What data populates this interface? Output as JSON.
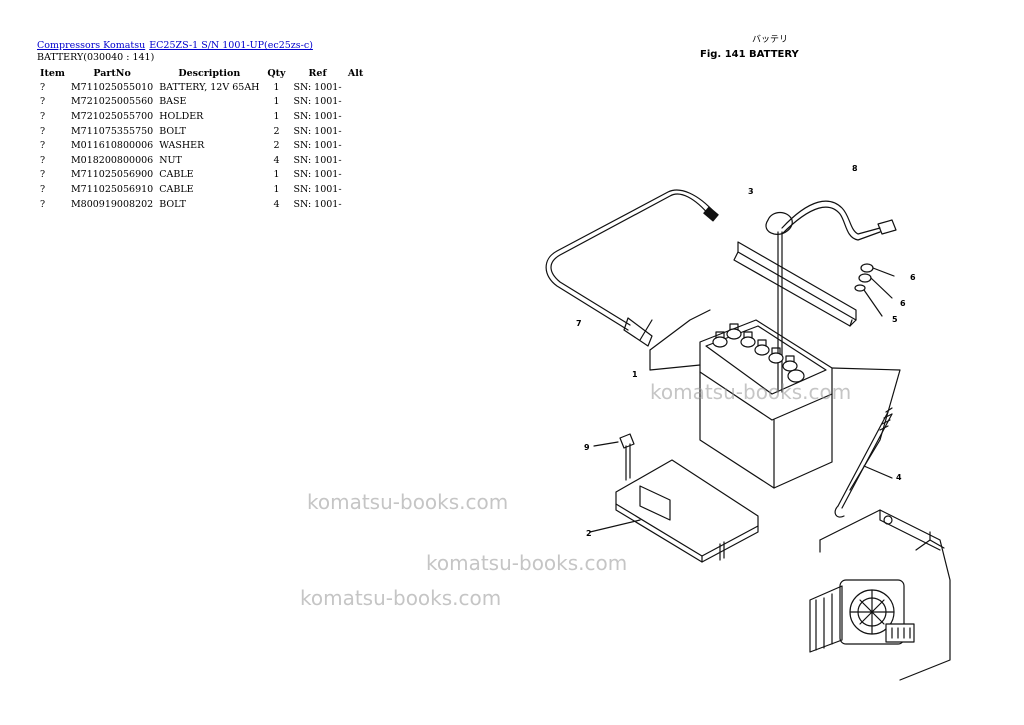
{
  "breadcrumb": {
    "link1": "Compressors Komatsu",
    "link2": "EC25ZS-1 S/N 1001-UP(ec25zs-c)"
  },
  "section_label": "BATTERY(030040 : 141)",
  "table": {
    "headers": [
      "Item",
      "PartNo",
      "Description",
      "Qty",
      "Ref",
      "Alt"
    ],
    "rows": [
      {
        "item": "?",
        "part": "M711025055010",
        "desc": "BATTERY, 12V 65AH",
        "qty": "1",
        "ref": "SN: 1001-",
        "alt": ""
      },
      {
        "item": "?",
        "part": "M721025005560",
        "desc": "BASE",
        "qty": "1",
        "ref": "SN: 1001-",
        "alt": ""
      },
      {
        "item": "?",
        "part": "M721025055700",
        "desc": "HOLDER",
        "qty": "1",
        "ref": "SN: 1001-",
        "alt": ""
      },
      {
        "item": "?",
        "part": "M711075355750",
        "desc": "BOLT",
        "qty": "2",
        "ref": "SN: 1001-",
        "alt": ""
      },
      {
        "item": "?",
        "part": "M011610800006",
        "desc": "WASHER",
        "qty": "2",
        "ref": "SN: 1001-",
        "alt": ""
      },
      {
        "item": "?",
        "part": "M018200800006",
        "desc": "NUT",
        "qty": "4",
        "ref": "SN: 1001-",
        "alt": ""
      },
      {
        "item": "?",
        "part": "M711025056900",
        "desc": "CABLE",
        "qty": "1",
        "ref": "SN: 1001-",
        "alt": ""
      },
      {
        "item": "?",
        "part": "M711025056910",
        "desc": "CABLE",
        "qty": "1",
        "ref": "SN: 1001-",
        "alt": ""
      },
      {
        "item": "?",
        "part": "M800919008202",
        "desc": "BOLT",
        "qty": "4",
        "ref": "SN: 1001-",
        "alt": ""
      }
    ]
  },
  "figure": {
    "title": "Fig. 141  BATTERY",
    "jp_title": "バッテリ",
    "callouts": [
      "1",
      "2",
      "3",
      "4",
      "5",
      "6",
      "7",
      "8",
      "9",
      "6"
    ]
  },
  "watermarks": [
    "komatsu-books.com",
    "komatsu-books.com",
    "komatsu-books.com",
    "komatsu-books.com"
  ]
}
